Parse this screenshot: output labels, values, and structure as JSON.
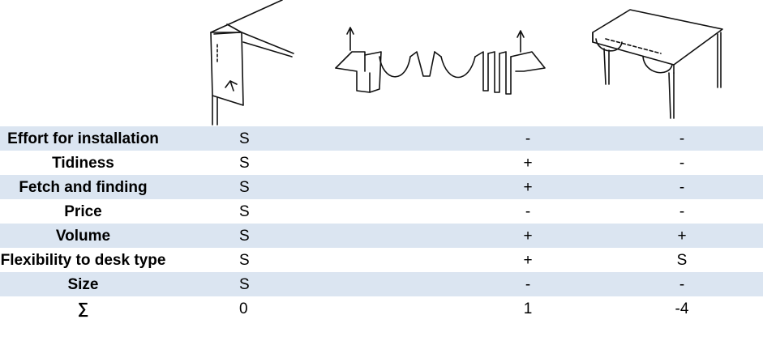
{
  "concepts": [
    {
      "sketch": "folding-wall-holder-sketch"
    },
    {
      "sketch": "corrugated-tray-sketch"
    },
    {
      "sketch": "under-desk-tray-sketch"
    }
  ],
  "rows": [
    {
      "criterion": "Effort for installation",
      "values": [
        "S",
        "-",
        "-"
      ],
      "shaded": true
    },
    {
      "criterion": "Tidiness",
      "values": [
        "S",
        "+",
        "-"
      ],
      "shaded": false
    },
    {
      "criterion": "Fetch and finding",
      "values": [
        "S",
        "+",
        "-"
      ],
      "shaded": true
    },
    {
      "criterion": "Price",
      "values": [
        "S",
        "-",
        "-"
      ],
      "shaded": false
    },
    {
      "criterion": "Volume",
      "values": [
        "S",
        "+",
        "+"
      ],
      "shaded": true
    },
    {
      "criterion": "Flexibility to desk type",
      "values": [
        "S",
        "+",
        "S"
      ],
      "shaded": false
    },
    {
      "criterion": "Size",
      "values": [
        "S",
        "-",
        "-"
      ],
      "shaded": true
    },
    {
      "criterion": "∑",
      "values": [
        "0",
        "1",
        "-4"
      ],
      "shaded": false
    }
  ]
}
